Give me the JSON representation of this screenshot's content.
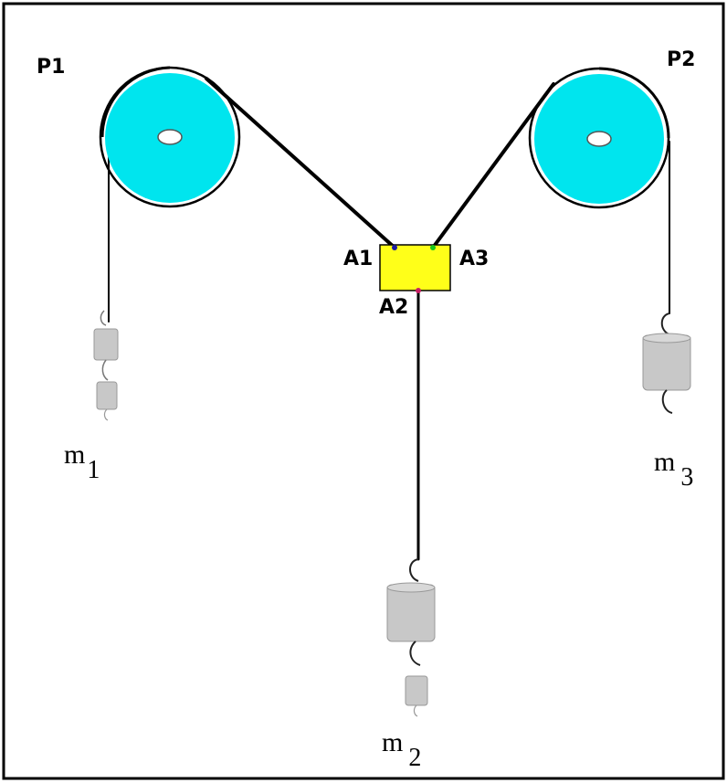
{
  "colors": {
    "pulley": "#00e5ee",
    "ring": "#000000",
    "knot": "#ffff19",
    "weight": "#c8c8c8",
    "string": "#000000",
    "frame": "#000000"
  },
  "labels": {
    "pulley_1": "P1",
    "pulley_2": "P2",
    "attach_1": "A1",
    "attach_2": "A2",
    "attach_3": "A3",
    "mass_1_base": "m",
    "mass_1_sub": "1",
    "mass_2_base": "m",
    "mass_2_sub": "2",
    "mass_3_base": "m",
    "mass_3_sub": "3"
  },
  "icons": {
    "pulley": "pulley-icon",
    "knot": "yellow-knot-block",
    "weight": "hanging-weight-icon"
  }
}
